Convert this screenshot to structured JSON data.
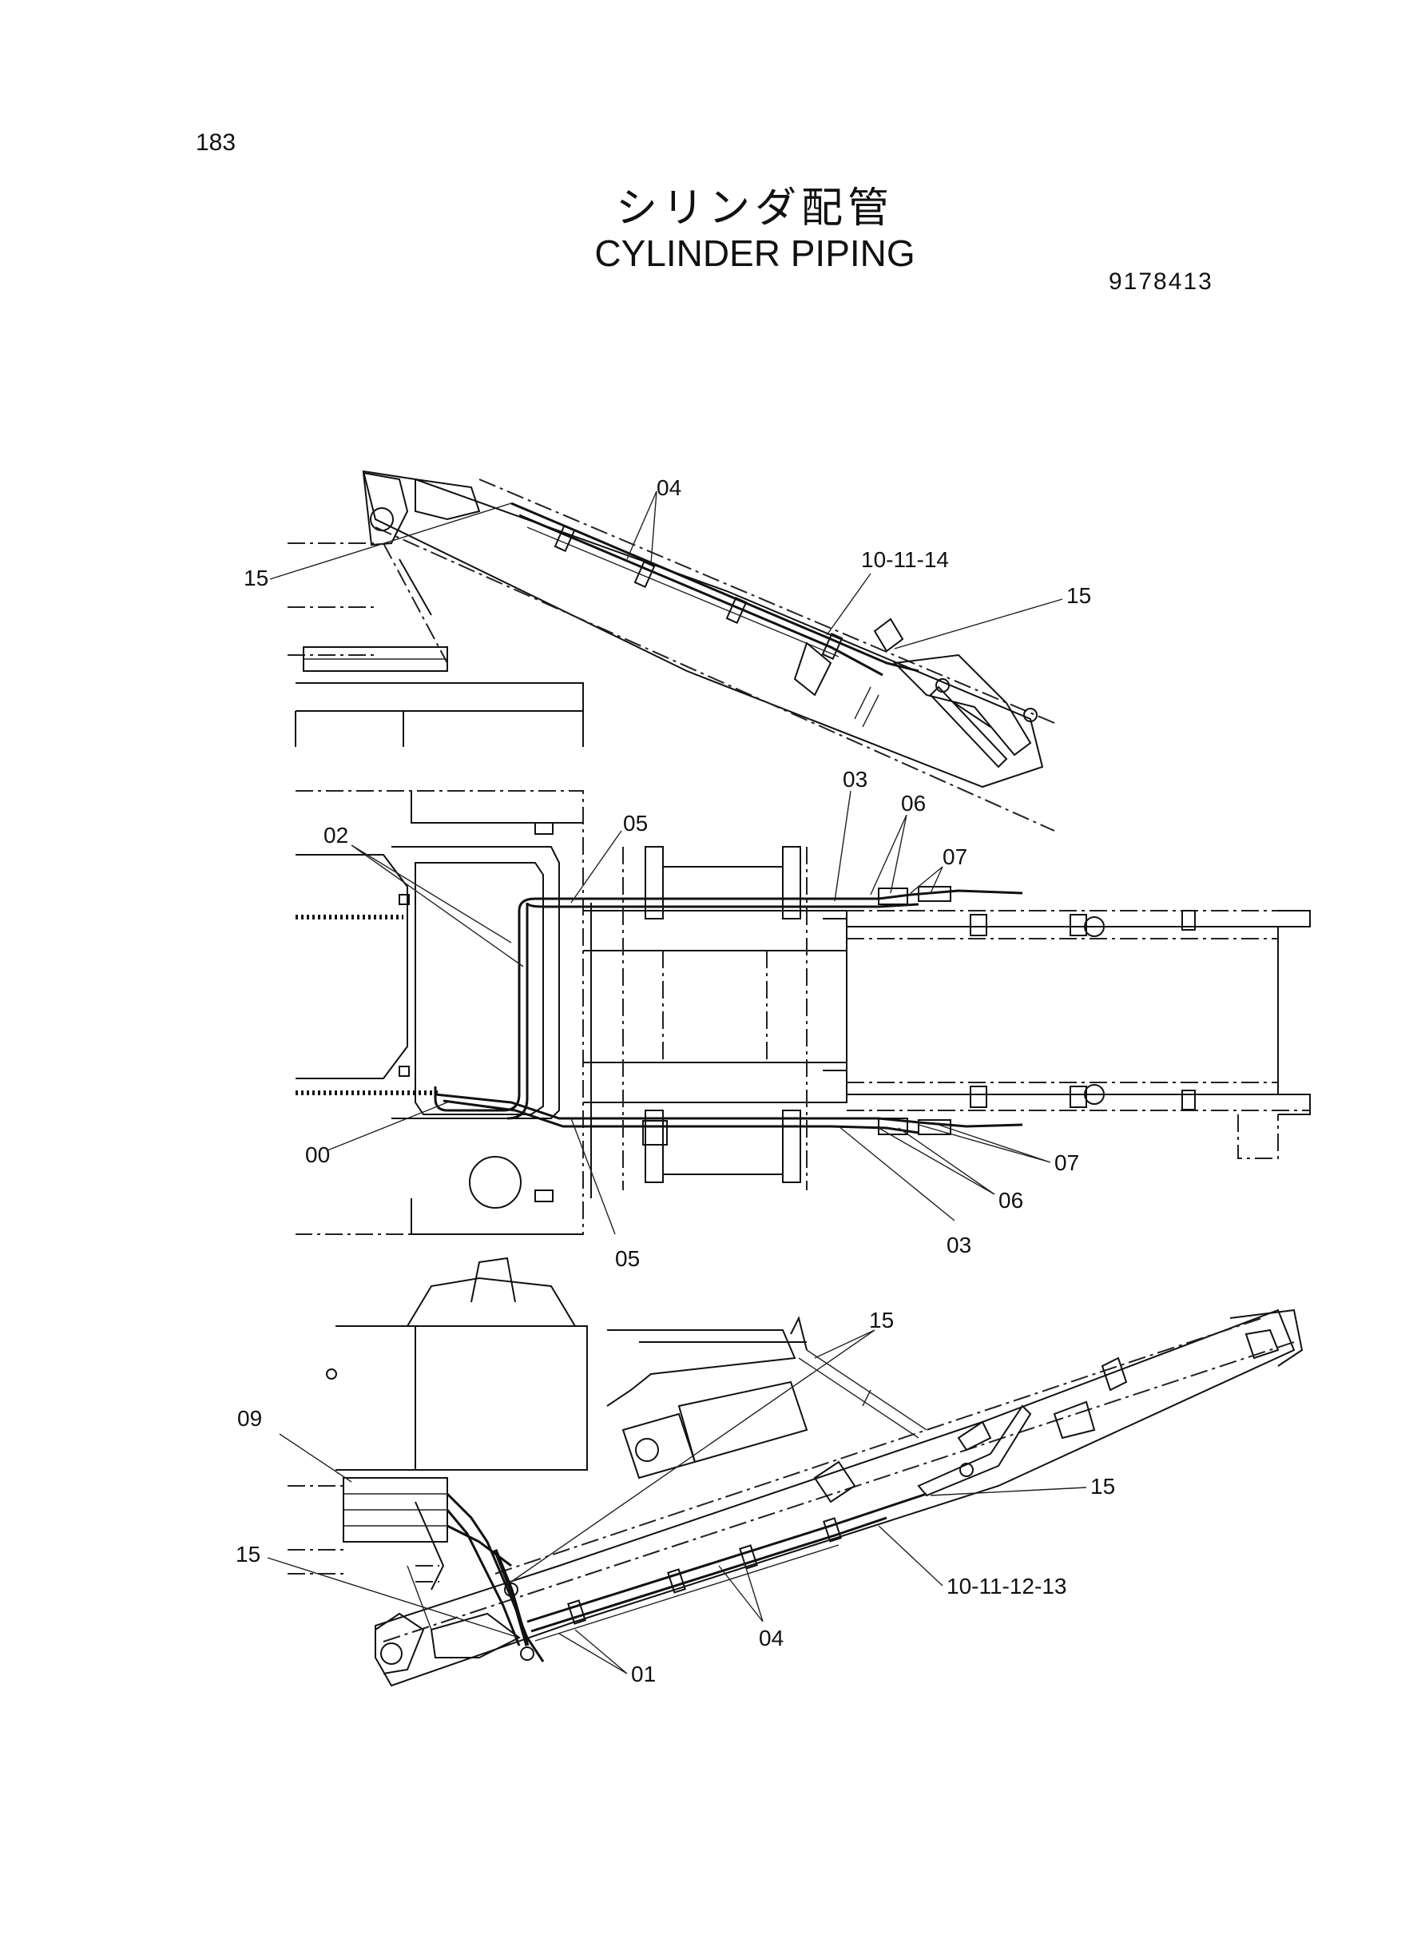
{
  "page_number": "183",
  "title_jp": "シリンダ配管",
  "title_en": "CYLINDER PIPING",
  "part_number": "9178413",
  "callouts": {
    "top_04": "04",
    "top_10_11_14": "10-11-14",
    "top_15_left": "15",
    "top_15_right": "15",
    "mid_02": "02",
    "mid_05_top": "05",
    "mid_03_top": "03",
    "mid_06_top": "06",
    "mid_07_top": "07",
    "mid_00": "00",
    "mid_05_bottom": "05",
    "mid_03_bottom": "03",
    "mid_06_bottom": "06",
    "mid_07_bottom": "07",
    "bot_15_top": "15",
    "bot_09": "09",
    "bot_15_right": "15",
    "bot_15_left": "15",
    "bot_10_11_12_13": "10-11-12-13",
    "bot_04": "04",
    "bot_01": "01"
  }
}
